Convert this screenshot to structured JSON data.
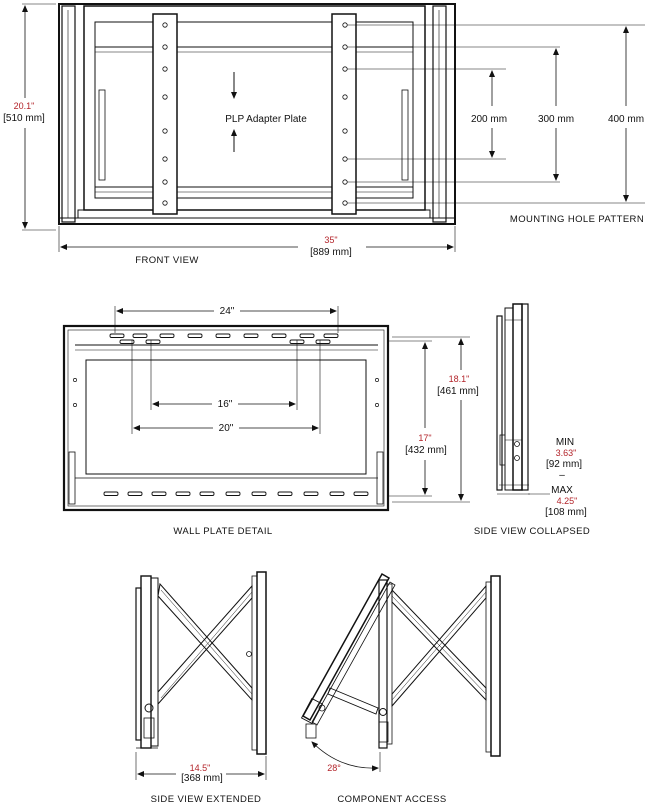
{
  "colors": {
    "ink": "#111111",
    "accent": "#b3242a",
    "background": "#ffffff"
  },
  "front_view": {
    "caption": "FRONT  VIEW",
    "label_plate": "PLP Adapter Plate",
    "height_in": "20.1\"",
    "height_mm": "[510 mm]",
    "width_in": "35\"",
    "width_mm": "[889 mm]"
  },
  "mounting_pattern": {
    "caption": "MOUNTING HOLE PATTERN",
    "dim_200": "200 mm",
    "dim_300": "300 mm",
    "dim_400": "400 mm"
  },
  "wall_plate": {
    "caption": "WALL PLATE DETAIL",
    "dim_24": "24\"",
    "dim_16": "16\"",
    "dim_20": "20\"",
    "height_outer_in": "18.1\"",
    "height_outer_mm": "[461 mm]",
    "height_inner_in": "17\"",
    "height_inner_mm": "[432 mm]"
  },
  "side_collapsed": {
    "caption": "SIDE  VIEW COLLAPSED",
    "min_label": "MIN",
    "min_in": "3.63\"",
    "min_mm": "[92 mm]",
    "dash": "–",
    "max_label": "MAX",
    "max_in": "4.25\"",
    "max_mm": "[108 mm]"
  },
  "side_extended": {
    "caption": "SIDE  VIEW EXTENDED",
    "depth_in": "14.5\"",
    "depth_mm": "[368 mm]"
  },
  "component_access": {
    "caption": "COMPONENT ACCESS",
    "angle": "28°"
  }
}
